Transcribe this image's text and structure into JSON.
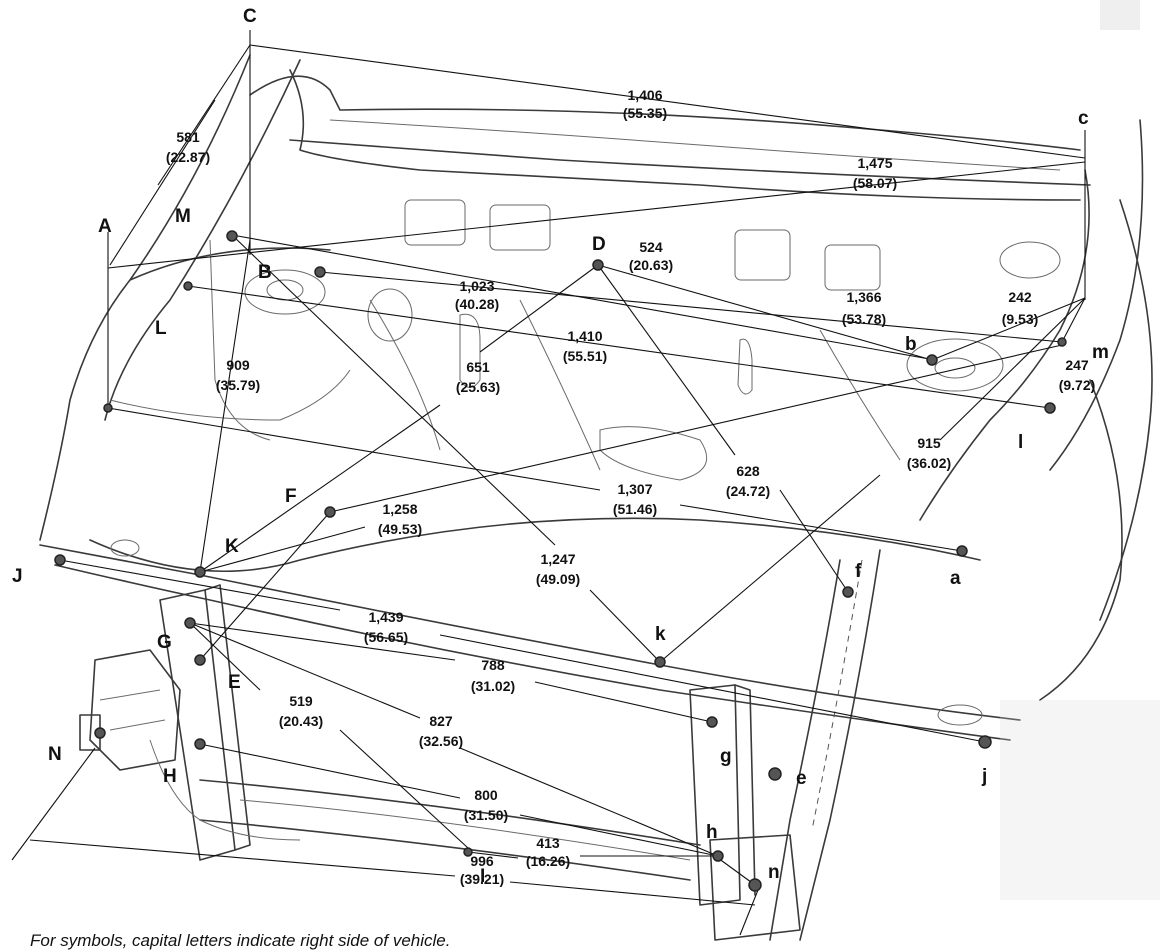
{
  "point_labels": {
    "A": "A",
    "B": "B",
    "C": "C",
    "D": "D",
    "E": "E",
    "F": "F",
    "G": "G",
    "H": "H",
    "I": "I",
    "J": "J",
    "K": "K",
    "L": "L",
    "M": "M",
    "N": "N",
    "a": "a",
    "b": "b",
    "c": "c",
    "e": "e",
    "f": "f",
    "g": "g",
    "h": "h",
    "j": "j",
    "k": "k",
    "l": "l",
    "m": "m",
    "n": "n"
  },
  "dimensions": [
    {
      "id": "d1406",
      "mm": "1,406",
      "in": "(55.35)"
    },
    {
      "id": "d581",
      "mm": "581",
      "in": "(22.87)"
    },
    {
      "id": "d1475",
      "mm": "1,475",
      "in": "(58.07)"
    },
    {
      "id": "d524",
      "mm": "524",
      "in": "(20.63)"
    },
    {
      "id": "d1023",
      "mm": "1,023",
      "in": "(40.28)"
    },
    {
      "id": "d1366",
      "mm": "1,366",
      "in": "(53.78)"
    },
    {
      "id": "d242",
      "mm": "242",
      "in": "(9.53)"
    },
    {
      "id": "d1410",
      "mm": "1,410",
      "in": "(55.51)"
    },
    {
      "id": "d247",
      "mm": "247",
      "in": "(9.72)"
    },
    {
      "id": "d909",
      "mm": "909",
      "in": "(35.79)"
    },
    {
      "id": "d651",
      "mm": "651",
      "in": "(25.63)"
    },
    {
      "id": "d915",
      "mm": "915",
      "in": "(36.02)"
    },
    {
      "id": "d628",
      "mm": "628",
      "in": "(24.72)"
    },
    {
      "id": "d1307",
      "mm": "1,307",
      "in": "(51.46)"
    },
    {
      "id": "d1258",
      "mm": "1,258",
      "in": "(49.53)"
    },
    {
      "id": "d1247",
      "mm": "1,247",
      "in": "(49.09)"
    },
    {
      "id": "d1439",
      "mm": "1,439",
      "in": "(56.65)"
    },
    {
      "id": "d788",
      "mm": "788",
      "in": "(31.02)"
    },
    {
      "id": "d519",
      "mm": "519",
      "in": "(20.43)"
    },
    {
      "id": "d827",
      "mm": "827",
      "in": "(32.56)"
    },
    {
      "id": "d800",
      "mm": "800",
      "in": "(31.50)"
    },
    {
      "id": "d413",
      "mm": "413",
      "in": "(16.26)"
    },
    {
      "id": "d996",
      "mm": "996",
      "in": "(39.21)"
    }
  ],
  "note": "For symbols, capital letters indicate right side of vehicle."
}
